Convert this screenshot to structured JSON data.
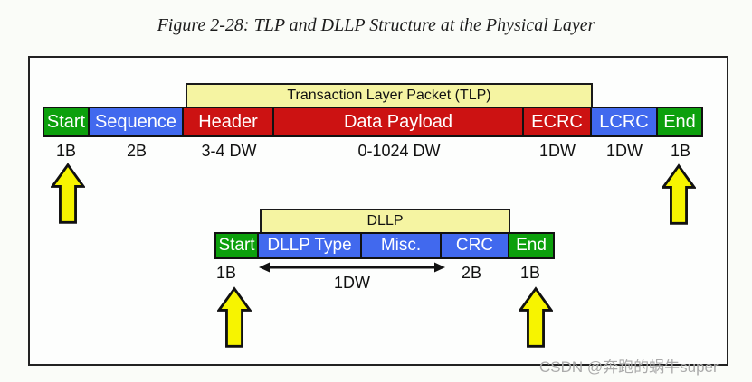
{
  "figure": {
    "title": "Figure 2-28: TLP and DLLP Structure at the Physical Layer"
  },
  "colors": {
    "segment_green": "#0ca00c",
    "segment_blue": "#4169ee",
    "segment_red": "#cc1212",
    "group_label_yellow": "#f5f4a2",
    "arrow_yellow": "#f7f400",
    "border_black": "#111111",
    "watermark_gray": "#ababab"
  },
  "tlp": {
    "group_label": "Transaction Layer Packet (TLP)",
    "segments": [
      {
        "label": "Start",
        "size": "1B",
        "fill": "#0ca00c"
      },
      {
        "label": "Sequence",
        "size": "2B",
        "fill": "#4169ee"
      },
      {
        "label": "Header",
        "size": "3-4 DW",
        "fill": "#cc1212"
      },
      {
        "label": "Data Payload",
        "size": "0-1024 DW",
        "fill": "#cc1212"
      },
      {
        "label": "ECRC",
        "size": "1DW",
        "fill": "#cc1212"
      },
      {
        "label": "LCRC",
        "size": "1DW",
        "fill": "#4169ee"
      },
      {
        "label": "End",
        "size": "1B",
        "fill": "#0ca00c"
      }
    ]
  },
  "dllp": {
    "group_label": "DLLP",
    "segments": [
      {
        "label": "Start",
        "size": "1B",
        "fill": "#0ca00c"
      },
      {
        "label": "DLLP Type",
        "fill": "#4169ee"
      },
      {
        "label": "Misc.",
        "fill": "#4169ee"
      },
      {
        "label": "CRC",
        "size": "2B",
        "fill": "#4169ee"
      },
      {
        "label": "End",
        "size": "1B",
        "fill": "#0ca00c"
      }
    ],
    "dw_span_label": "1DW"
  },
  "watermark": "CSDN @奔跑的蜗牛super"
}
